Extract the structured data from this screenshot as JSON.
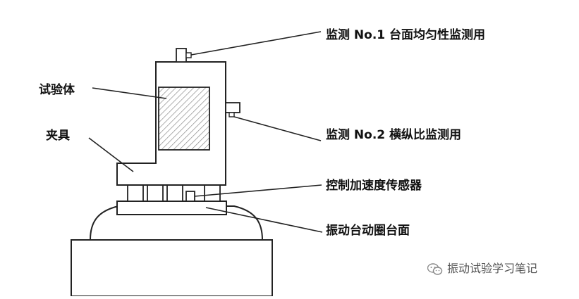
{
  "labels": {
    "monitor1": "监测 No.1  台面均匀性监测用",
    "specimen": "试验体",
    "fixture": "夹具",
    "monitor2": "监测 No.2 横纵比监测用",
    "control_sensor": "控制加速度传感器",
    "armature_table": "振动台动圈台面"
  },
  "watermark": {
    "text": "振动试验学习笔记",
    "icon": "wechat-icon"
  },
  "colors": {
    "line": "#222222",
    "hatch": "#777777",
    "background": "#ffffff"
  }
}
